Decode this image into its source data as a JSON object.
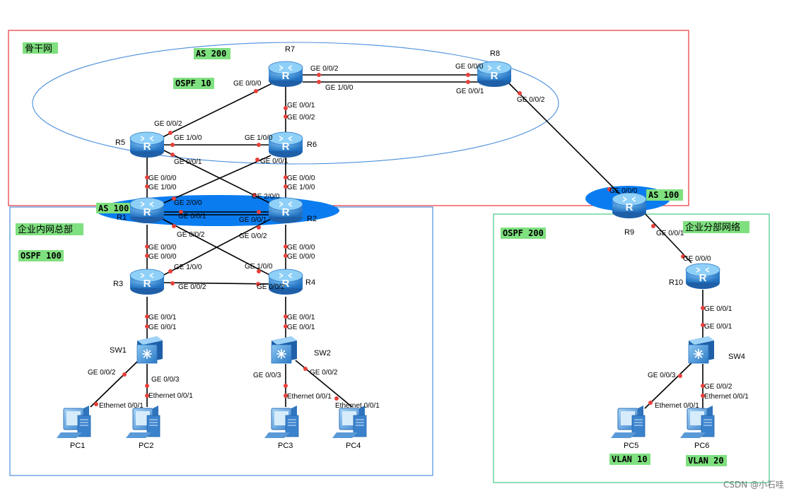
{
  "areas": {
    "backbone_title": "骨干网",
    "hq_title": "企业内网总部",
    "branch_title": "企业分部网络"
  },
  "tags": {
    "as200": "AS 200",
    "ospf10": "OSPF 10",
    "as100_hq": "AS 100",
    "ospf100": "OSPF 100",
    "as100_branch": "AS 100",
    "ospf200": "OSPF 200",
    "vlan10": "VLAN 10",
    "vlan20": "VLAN 20"
  },
  "devices": {
    "R1": "R1",
    "R2": "R2",
    "R3": "R3",
    "R4": "R4",
    "R5": "R5",
    "R6": "R6",
    "R7": "R7",
    "R8": "R8",
    "R9": "R9",
    "R10": "R10",
    "SW1": "SW1",
    "SW2": "SW2",
    "SW4": "SW4",
    "PC1": "PC1",
    "PC2": "PC2",
    "PC3": "PC3",
    "PC4": "PC4",
    "PC5": "PC5",
    "PC6": "PC6"
  },
  "ports": {
    "r7_g002": "GE 0/0/2",
    "r8_g000": "GE 0/0/0",
    "r7_g100": "GE 1/0/0",
    "r8_g001": "GE 0/0/1",
    "r7_g000": "GE 0/0/0",
    "r8_g002": "GE 0/0/2",
    "r5_g002": "GE 0/0/2",
    "r7_g001": "GE 0/0/1",
    "r6_g002": "GE 0/0/2",
    "r5_g100": "GE 1/0/0",
    "r6_g100": "GE 1/0/0",
    "r5_g001": "GE 0/0/1",
    "r6_g001": "GE 0/0/1",
    "r5_g000": "GE 0/0/0",
    "r1_g100": "GE 1/0/0",
    "r6_g000": "GE 0/0/0",
    "r2_g100": "GE 1/0/0",
    "r1_g200": "GE 2/0/0",
    "r2_g200": "GE 2/0/0",
    "r1_g001": "GE 0/0/1",
    "r2_g001": "GE 0/0/1",
    "r1_g002": "GE 0/0/2",
    "r2_g002": "GE 0/0/2",
    "r1_g000": "GE 0/0/0",
    "r3_g000": "GE 0/0/0",
    "r2_g000": "GE 0/0/0",
    "r4_g000": "GE 0/0/0",
    "r3_g100": "GE 1/0/0",
    "r4_g100": "GE 1/0/0",
    "r3_g002": "GE 0/0/2",
    "r4_g002": "GE 0/0/2",
    "r3_g001": "GE 0/0/1",
    "sw1_g001": "GE 0/0/1",
    "r4_g001": "GE 0/0/1",
    "sw2_g001": "GE 0/0/1",
    "sw1_g002": "GE 0/0/2",
    "sw1_g003": "GE 0/0/3",
    "sw2_g003": "GE 0/0/3",
    "sw2_g002": "GE 0/0/2",
    "pc1_eth": "Ethernet 0/0/1",
    "pc2_eth": "Ethernet 0/0/1",
    "pc3_eth": "Ethernet 0/0/1",
    "pc4_eth": "Ethernet 0/0/1",
    "r9_g000": "GE 0/0/0",
    "r9_g001": "GE 0/0/1",
    "r10_g000": "GE 0/0/0",
    "r10_g001": "GE 0/0/1",
    "sw4_g001": "GE 0/0/1",
    "sw4_g003": "GE 0/0/3",
    "sw4_g002": "GE 0/0/2",
    "pc5_eth": "Ethernet 0/0/1",
    "pc6_eth": "Ethernet 0/0/1"
  },
  "colors": {
    "backbone_border": "#e8343b",
    "hq_border": "#4a8fdc",
    "branch_border": "#44cc88",
    "tag_bg": "#7fe07f",
    "as_ellipse": "#0a7cf0",
    "router_body": "#3a8fd6",
    "link": "#000000",
    "port_dot": "#e8403a"
  },
  "icons": {
    "router": "router-icon",
    "switch": "switch-icon",
    "pc": "pc-icon"
  },
  "watermark": "CSDN @小石哇"
}
